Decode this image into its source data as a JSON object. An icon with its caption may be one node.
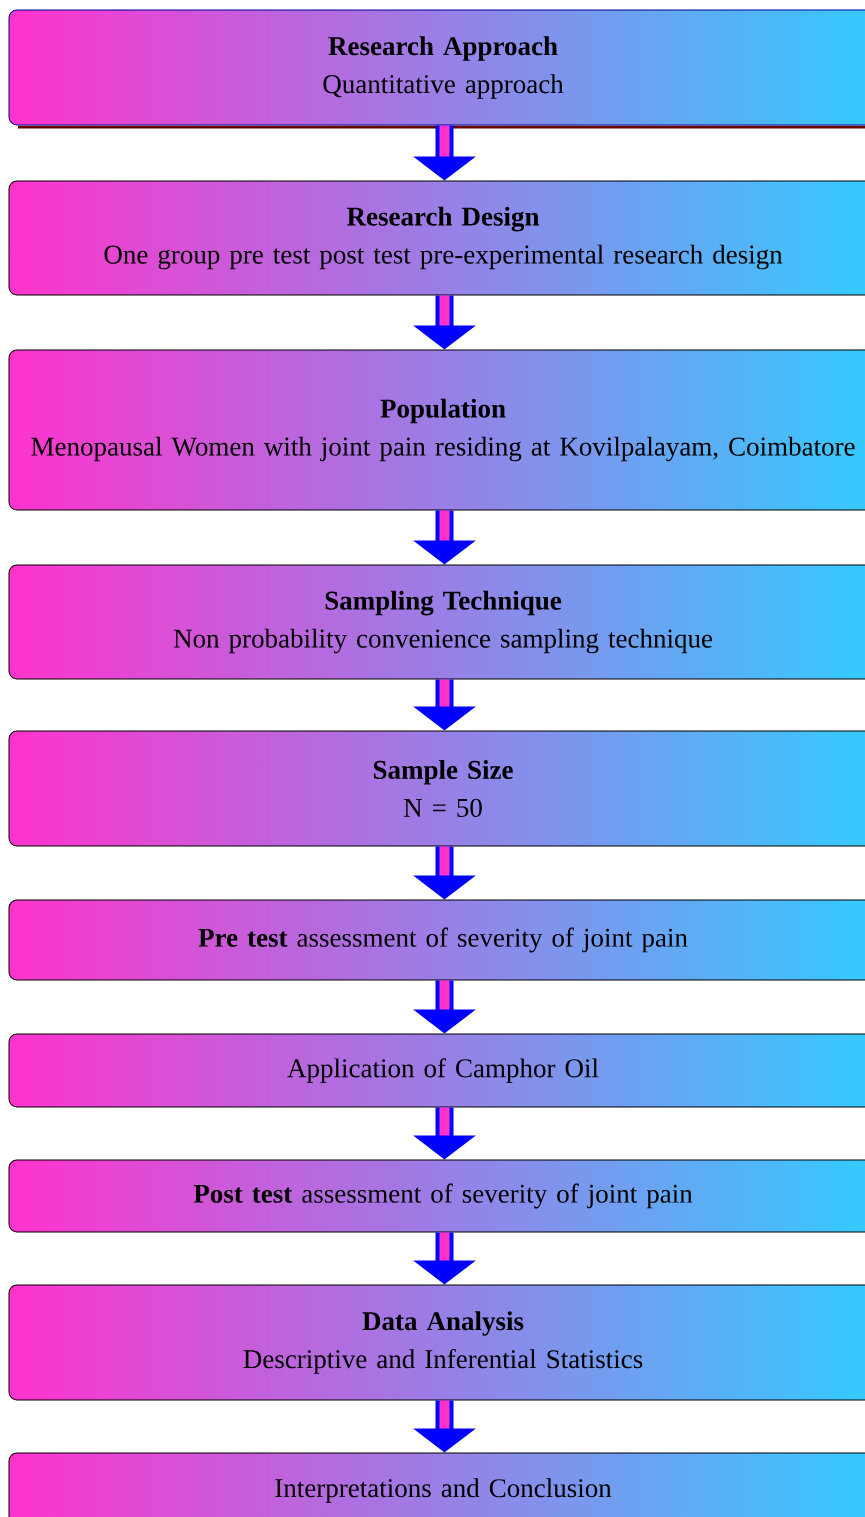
{
  "diagram": {
    "nodes": [
      {
        "text": [
          "Research Approach",
          "Quantitative approach"
        ]
      },
      {
        "text": [
          "Research Design",
          "One group pre test post test pre-experimental research design"
        ]
      },
      {
        "text": [
          "Population",
          "Menopausal Women with joint pain residing at Kovilpalayam, Coimbatore"
        ]
      },
      {
        "text": [
          "Sampling Technique",
          "Non probability convenience sampling technique"
        ]
      },
      {
        "text": [
          "Sample Size",
          "N = 50"
        ]
      },
      {
        "text": [
          "**Pre test** assessment of severity of joint pain"
        ]
      },
      {
        "text": [
          "Application of Camphor Oil"
        ]
      },
      {
        "text": [
          "**Post test** assessment of severity of joint pain"
        ]
      },
      {
        "text": [
          "Data Analysis",
          "Descriptive and Inferential Statistics"
        ]
      },
      {
        "text": [
          "Interpretations and Conclusion"
        ]
      }
    ],
    "edges": [
      {
        "from": 0,
        "to": 1,
        "arrow": "to"
      },
      {
        "from": 1,
        "to": 2,
        "arrow": "to"
      },
      {
        "from": 2,
        "to": 3,
        "arrow": "to"
      },
      {
        "from": 3,
        "to": 4,
        "arrow": "to"
      },
      {
        "from": 4,
        "to": 5,
        "arrow": "to"
      },
      {
        "from": 5,
        "to": 6,
        "arrow": "to"
      },
      {
        "from": 6,
        "to": 7,
        "arrow": "to"
      },
      {
        "from": 7,
        "to": 8,
        "arrow": "to"
      },
      {
        "from": 8,
        "to": 9,
        "arrow": "to"
      }
    ]
  }
}
